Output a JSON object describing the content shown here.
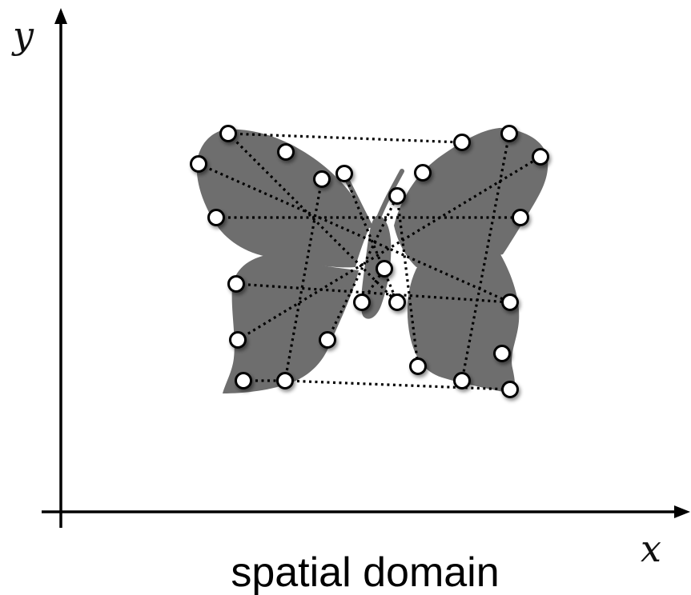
{
  "axes": {
    "x_label": "x",
    "y_label": "y"
  },
  "caption": "spatial domain",
  "colors": {
    "butterfly": "#6e6e6e",
    "axis": "#000000",
    "landmark_fill": "#ffffff",
    "landmark_stroke": "#000000",
    "link": "#000000"
  }
}
